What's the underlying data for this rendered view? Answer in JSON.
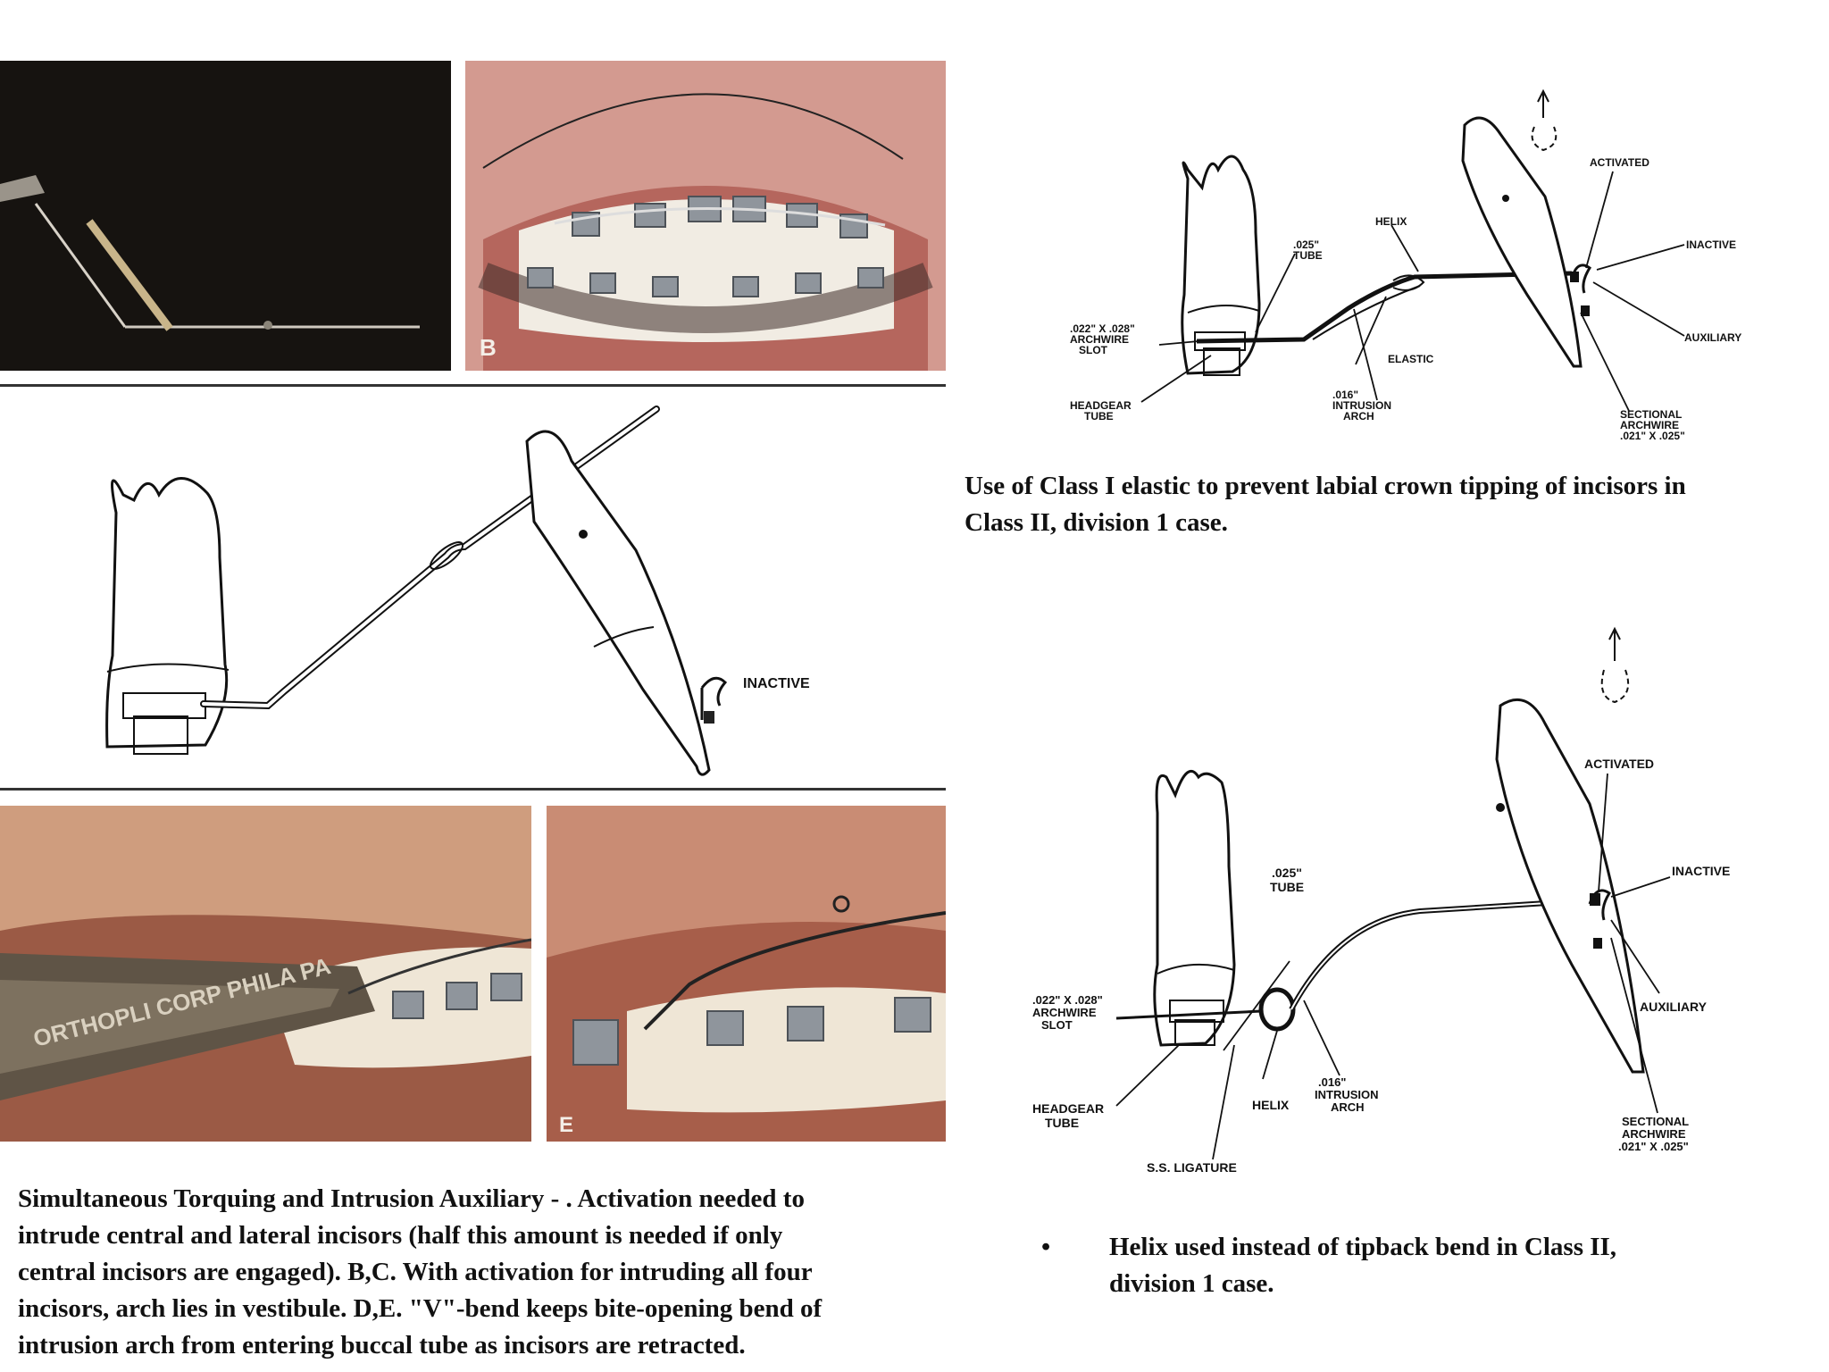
{
  "top_right_caption": {
    "lines": [
      "Use of Class I elastic to prevent labial crown tipping of incisors in",
      "Class II, division 1 case."
    ]
  },
  "bottom_left_caption": {
    "lines": [
      "Simultaneous Torquing and Intrusion Auxiliary - . Activation needed to",
      "intrude central and lateral incisors (half this amount is needed if only",
      "central incisors are engaged). B,C. With activation for intruding all four",
      "incisors, arch lies in vestibule. D,E. \"V\"-bend keeps bite-opening bend of",
      "intrusion arch from entering buccal tube as incisors are retracted."
    ]
  },
  "bottom_right_caption": {
    "bullet": "•",
    "lines": [
      "Helix used instead of tipback bend in Class II,",
      "division 1 case."
    ]
  },
  "photo_labels": {
    "b": "B",
    "e": "E",
    "plier_text": "ORTHOPLI CORP PHILA PA"
  },
  "middle_diagram": {
    "inactive": "INACTIVE"
  },
  "diagram_top": {
    "activated": "ACTIVATED",
    "inactive": "INACTIVE",
    "auxiliary": "AUXILIARY",
    "sectional": [
      "SECTIONAL",
      "ARCHWIRE",
      ".021\" X .025\""
    ],
    "helix": "HELIX",
    "elastic": "ELASTIC",
    "tube": [
      ".025\"",
      "TUBE"
    ],
    "archwire_slot": [
      ".022\" X .028\"",
      "ARCHWIRE",
      "SLOT"
    ],
    "headgear": [
      "HEADGEAR",
      "TUBE"
    ],
    "intrusion": [
      ".016\"",
      "INTRUSION",
      "ARCH"
    ]
  },
  "diagram_bottom": {
    "activated": "ACTIVATED",
    "inactive": "INACTIVE",
    "auxiliary": "AUXILIARY",
    "sectional": [
      "SECTIONAL",
      "ARCHWIRE",
      ".021\" X .025\""
    ],
    "helix": "HELIX",
    "tube": [
      ".025\"",
      "TUBE"
    ],
    "archwire_slot": [
      ".022\" X .028\"",
      "ARCHWIRE",
      "SLOT"
    ],
    "headgear": [
      "HEADGEAR",
      "TUBE"
    ],
    "intrusion": [
      ".016\"",
      "INTRUSION",
      "ARCH"
    ],
    "ligature": "S.S. LIGATURE"
  },
  "colors": {
    "photo_dark": "#161310",
    "gum_pink": "#d99a92",
    "tooth": "#f1ece3",
    "bracket": "#8f959c",
    "plier": "#5f5446"
  }
}
